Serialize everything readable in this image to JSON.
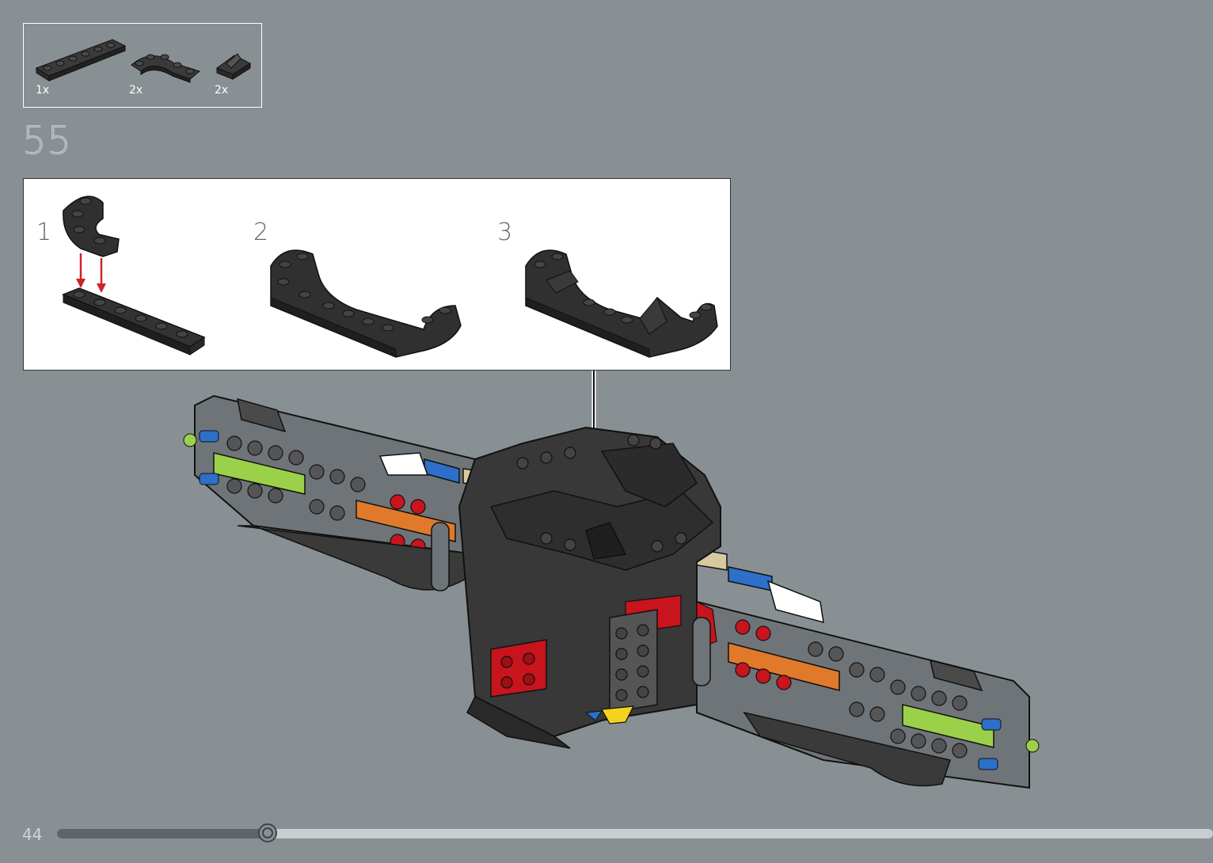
{
  "parts_list": {
    "items": [
      {
        "qty": "1x",
        "part": "plate-1x6-dark-grey-icon"
      },
      {
        "qty": "2x",
        "part": "curved-plate-dark-grey-icon"
      },
      {
        "qty": "2x",
        "part": "slope-dark-grey-icon"
      }
    ]
  },
  "step": {
    "number": "55"
  },
  "substeps": [
    {
      "label": "1"
    },
    {
      "label": "2"
    },
    {
      "label": "3"
    }
  ],
  "page": {
    "number": "44",
    "progress": 0.182
  },
  "colors": {
    "background": "#889094",
    "brick_dark": "#2b2b2b",
    "brick_grey": "#6f7478",
    "arrow_red": "#d0202a",
    "accent_green": "#9bd14a",
    "accent_orange": "#e07a2a",
    "accent_blue": "#2d6fc9",
    "accent_tan": "#d9c9a0"
  }
}
